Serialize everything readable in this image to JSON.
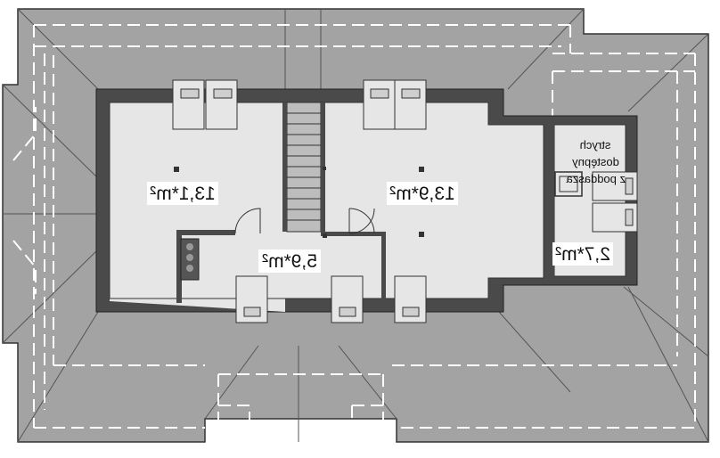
{
  "plan": {
    "rooms": {
      "room_left": "13,1*m²",
      "room_right": "13,9*m²",
      "corridor": "5,9*m²",
      "storage": "2,7*m²"
    },
    "annotations": {
      "line1": "strych",
      "line2": "dostępny",
      "line3": "z poddasza"
    },
    "colors": {
      "roof": "#a3a3a3",
      "wall": "#4a4a4a",
      "floor": "#e6e6e6",
      "dashed": "#ffffff"
    }
  }
}
